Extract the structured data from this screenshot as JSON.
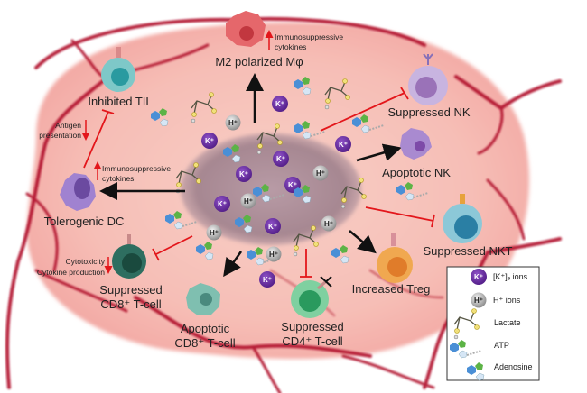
{
  "diagram": {
    "cells": {
      "m2": {
        "label": "M2 polarized Mφ",
        "note": [
          "Immunosuppressive",
          "cytokines"
        ]
      },
      "til": {
        "label": "Inhibited TIL"
      },
      "nk": {
        "label": "Suppressed NK"
      },
      "apoptotic_nk": {
        "label": "Apoptotic NK"
      },
      "dc": {
        "label": "Tolerogenic DC",
        "note": [
          "Immunosuppressive",
          "cytokines"
        ],
        "antigen": [
          "Antigen",
          "presentation"
        ]
      },
      "nkt": {
        "label": "Suppressed NKT"
      },
      "cd8_sup": {
        "label": [
          "Suppressed",
          "CD8⁺ T-cell"
        ],
        "note": [
          "Cytotoxicity",
          "Cytokine production"
        ]
      },
      "cd8_apo": {
        "label": [
          "Apoptotic",
          "CD8⁺ T-cell"
        ]
      },
      "cd4": {
        "label": [
          "Suppressed",
          "CD4⁺ T-cell"
        ]
      },
      "treg": {
        "label": "Increased Treg"
      }
    },
    "ions": {
      "k": "K⁺",
      "h": "H⁺"
    },
    "legend": {
      "items": [
        {
          "icon": "potassium-ion-icon",
          "label": "[K⁺]ₑ ions",
          "symbol": "K⁺"
        },
        {
          "icon": "hydrogen-ion-icon",
          "label": "H⁺ ions",
          "symbol": "H⁺"
        },
        {
          "icon": "lactate-icon",
          "label": "Lactate"
        },
        {
          "icon": "atp-icon",
          "label": "ATP"
        },
        {
          "icon": "adenosine-icon",
          "label": "Adenosine"
        }
      ]
    },
    "colors": {
      "tissue": "#f6c3bd",
      "vessel": "#b0102a",
      "tumor": "#a88a95",
      "k_ion": "#6a2fa0",
      "inhibit": "#e3161b"
    }
  }
}
